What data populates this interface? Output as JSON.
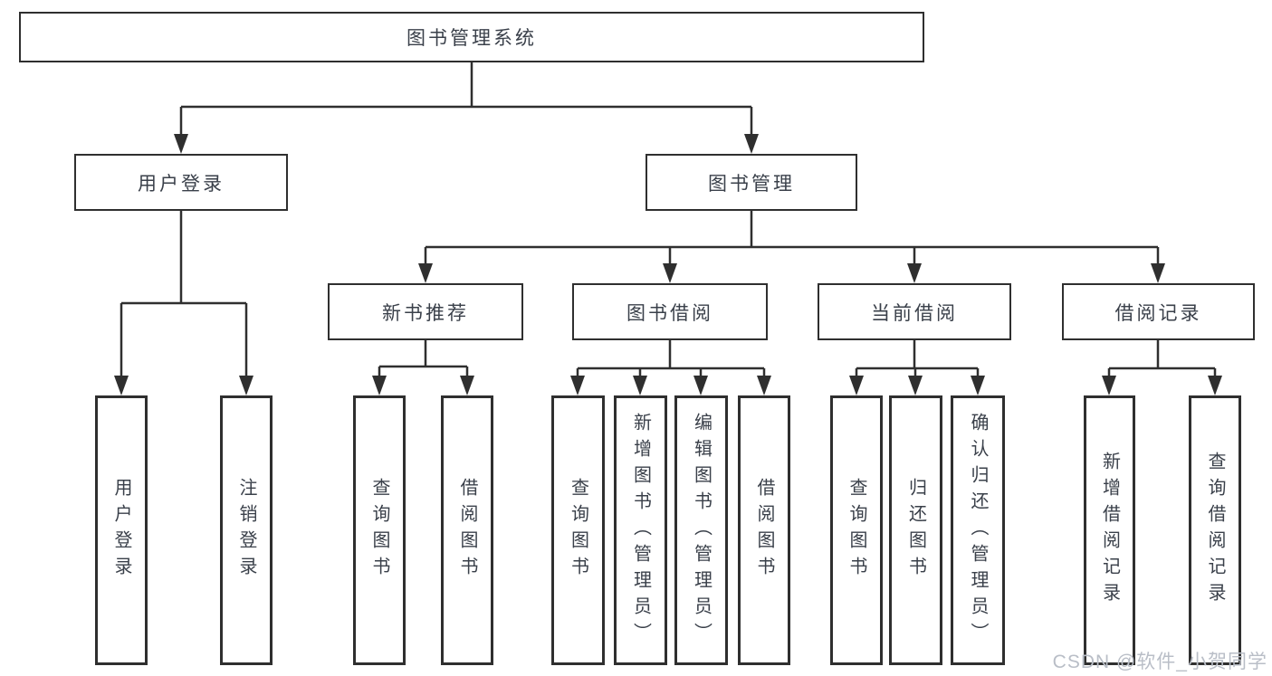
{
  "colors": {
    "line": "#2f2f2f",
    "box_border": "#2f2f2f",
    "text": "#3a404a",
    "watermark": "#b9bec7",
    "background": "#ffffff"
  },
  "watermark": "CSDN @软件_小贺同学",
  "tree": {
    "root": {
      "label": "图书管理系统"
    },
    "branches": [
      {
        "label": "用户登录",
        "children": [
          {
            "label": "用户登录"
          },
          {
            "label": "注销登录"
          }
        ]
      },
      {
        "label": "图书管理",
        "groups": [
          {
            "label": "新书推荐",
            "children": [
              {
                "label": "查询图书"
              },
              {
                "label": "借阅图书"
              }
            ]
          },
          {
            "label": "图书借阅",
            "children": [
              {
                "label": "查询图书"
              },
              {
                "label": "新增图书（管理员）"
              },
              {
                "label": "编辑图书（管理员）"
              },
              {
                "label": "借阅图书"
              }
            ]
          },
          {
            "label": "当前借阅",
            "children": [
              {
                "label": "查询图书"
              },
              {
                "label": "归还图书"
              },
              {
                "label": "确认归还（管理员）"
              }
            ]
          },
          {
            "label": "借阅记录",
            "children": [
              {
                "label": "新增借阅记录"
              },
              {
                "label": "查询借阅记录"
              }
            ]
          }
        ]
      }
    ]
  }
}
